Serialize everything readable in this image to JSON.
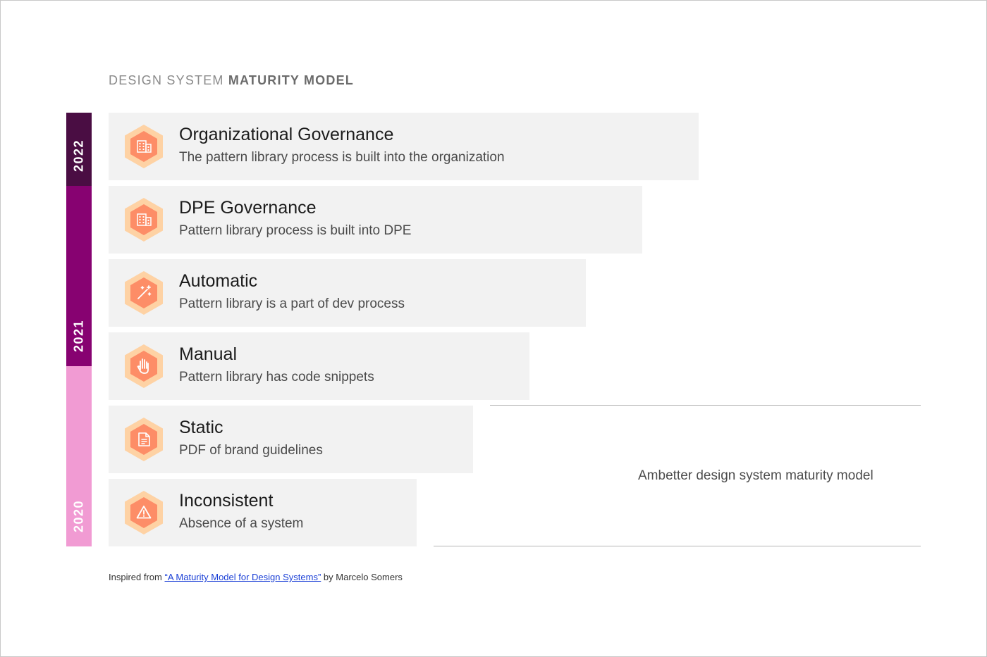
{
  "title": {
    "light": "DESIGN SYSTEM",
    "strong": "MATURITY MODEL"
  },
  "timeline": [
    {
      "year": "2022",
      "color": "#4a0d43"
    },
    {
      "year": "2021",
      "color": "#870271"
    },
    {
      "year": "2020",
      "color": "#f19bd3"
    }
  ],
  "steps": [
    {
      "name": "Organizational Governance",
      "description": "The pattern library process is built into the organization",
      "icon": "building-icon"
    },
    {
      "name": "DPE Governance",
      "description": "Pattern library process is built into DPE",
      "icon": "building-icon"
    },
    {
      "name": "Automatic",
      "description": "Pattern library is a part of dev process",
      "icon": "magic-wand-icon"
    },
    {
      "name": "Manual",
      "description": "Pattern library has code snippets",
      "icon": "hand-icon"
    },
    {
      "name": "Static",
      "description": "PDF of brand guidelines",
      "icon": "document-icon"
    },
    {
      "name": "Inconsistent",
      "description": "Absence of a system",
      "icon": "warning-icon"
    }
  ],
  "caption": "Ambetter design system maturity model",
  "credit": {
    "prefix": "Inspired from",
    "link_text": "“A Maturity Model for Design Systems”",
    "suffix": "by Marcelo Somers"
  },
  "colors": {
    "hex_outer": "#fed2a4",
    "hex_inner": "#fd8d67",
    "card_bg": "#f2f2f2"
  }
}
